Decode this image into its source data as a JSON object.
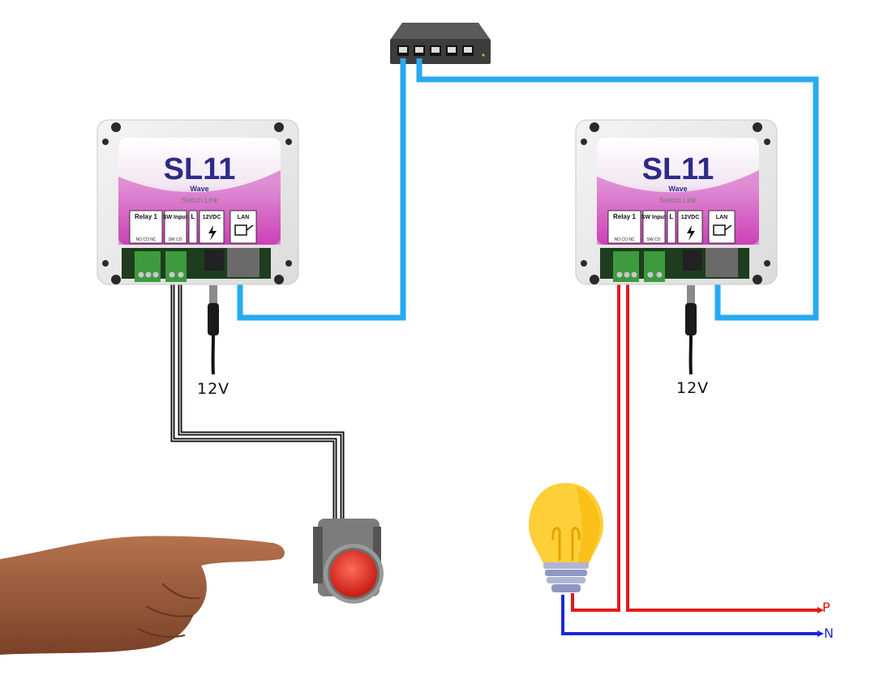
{
  "devices": [
    {
      "id": "left",
      "model": "SL11",
      "sub": "Wave",
      "tagline": "Switch Link",
      "terminals": {
        "relay": "Relay 1",
        "relay_pins": "NO CO NC",
        "sw": "SW Input",
        "sw_pins": "SW CO",
        "led": "L",
        "power": "12VDC",
        "lan": "LAN"
      }
    },
    {
      "id": "right",
      "model": "SL11",
      "sub": "Wave",
      "tagline": "Switch Link",
      "terminals": {
        "relay": "Relay 1",
        "relay_pins": "NO CO NC",
        "sw": "SW Input",
        "sw_pins": "SW CO",
        "led": "L",
        "power": "12VDC",
        "lan": "LAN"
      }
    }
  ],
  "labels": {
    "left_power": "12V",
    "right_power": "12V",
    "phase": "P",
    "neutral": "N"
  },
  "colors": {
    "lan_cable": "#27aaf0",
    "switch_wire": "#111111",
    "phase_wire": "#e31a1a",
    "neutral_wire": "#1a2ad8",
    "device_gradient_top": "#ffffff",
    "device_gradient_bottom": "#c83db3",
    "brand_text": "#2e2a8a"
  },
  "icons": [
    "network-switch-icon",
    "push-button-icon",
    "light-bulb-icon",
    "hand-pointing-icon",
    "power-plug-icon",
    "lan-icon"
  ]
}
